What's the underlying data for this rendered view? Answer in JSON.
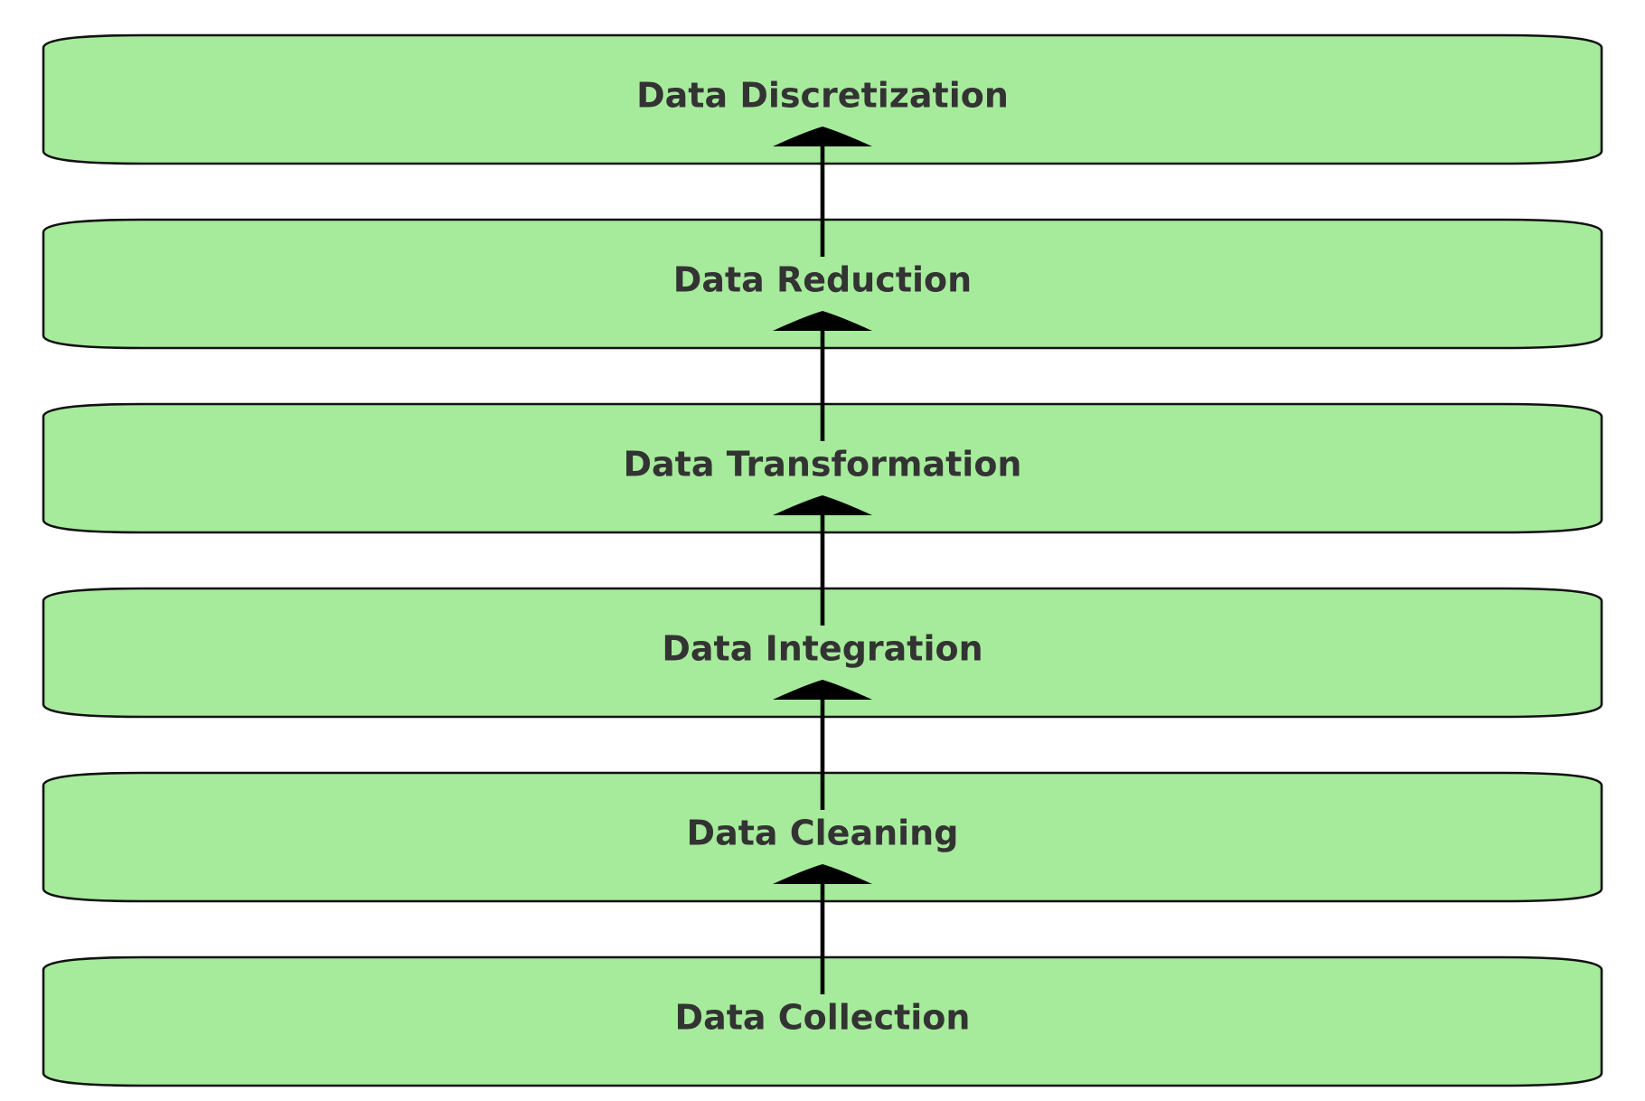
{
  "diagram": {
    "type": "layered-flow",
    "direction": "bottom-to-top",
    "stage_fill": "#a6eb9b",
    "stage_stroke": "#111111",
    "text_color": "#333333",
    "arrow_color": "#000000",
    "stages_top_to_bottom": [
      {
        "id": "discretization",
        "label": "Data Discretization"
      },
      {
        "id": "reduction",
        "label": "Data Reduction"
      },
      {
        "id": "transformation",
        "label": "Data Transformation"
      },
      {
        "id": "integration",
        "label": "Data Integration"
      },
      {
        "id": "cleaning",
        "label": "Data Cleaning"
      },
      {
        "id": "collection",
        "label": "Data Collection"
      }
    ],
    "edges": [
      {
        "from": "collection",
        "to": "cleaning"
      },
      {
        "from": "cleaning",
        "to": "integration"
      },
      {
        "from": "integration",
        "to": "transformation"
      },
      {
        "from": "transformation",
        "to": "reduction"
      },
      {
        "from": "reduction",
        "to": "discretization"
      }
    ]
  }
}
